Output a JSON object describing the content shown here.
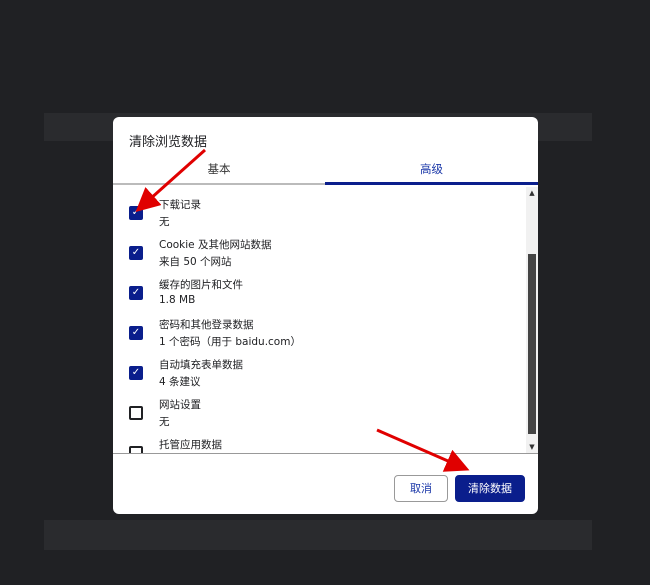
{
  "dialog": {
    "title": "清除浏览数据",
    "tabs": [
      {
        "label": "基本"
      },
      {
        "label": "高级",
        "active": true
      }
    ],
    "items": [
      {
        "label": "下载记录",
        "sub": "无",
        "checked": true
      },
      {
        "label": "Cookie 及其他网站数据",
        "sub": "来自 50 个网站",
        "checked": true
      },
      {
        "label": "缓存的图片和文件",
        "sub": "1.8 MB",
        "checked": true
      },
      {
        "label": "密码和其他登录数据",
        "sub": "1 个密码（用于 baidu.com）",
        "checked": true
      },
      {
        "label": "自动填充表单数据",
        "sub": "4 条建议",
        "checked": true
      },
      {
        "label": "网站设置",
        "sub": "无",
        "checked": false
      },
      {
        "label": "托管应用数据",
        "sub": "",
        "checked": false
      }
    ],
    "cancel_label": "取消",
    "clear_label": "清除数据"
  },
  "colors": {
    "accent": "#0a1e8c",
    "arrow": "#e00000"
  },
  "icons": {
    "check": "✓",
    "scroll_up": "▲",
    "scroll_down": "▼"
  }
}
